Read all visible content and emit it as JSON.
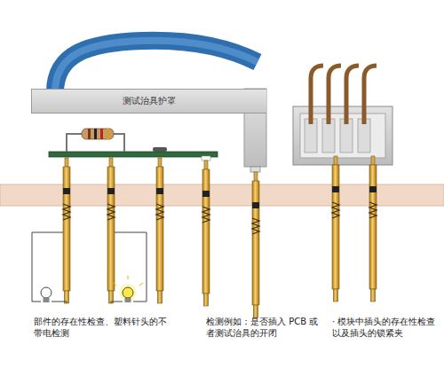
{
  "diagram": {
    "nodes": [
      {
        "text": [
          "测试治具护罩"
        ]
      }
    ],
    "labels": [
      "部件的存在性检查、塑料针头的不带电检测",
      "检测例如：是否插入 PCB 或者测试治具的开闭",
      "· 模块中插头的存在性检查以及插头的锁紧夹"
    ]
  }
}
